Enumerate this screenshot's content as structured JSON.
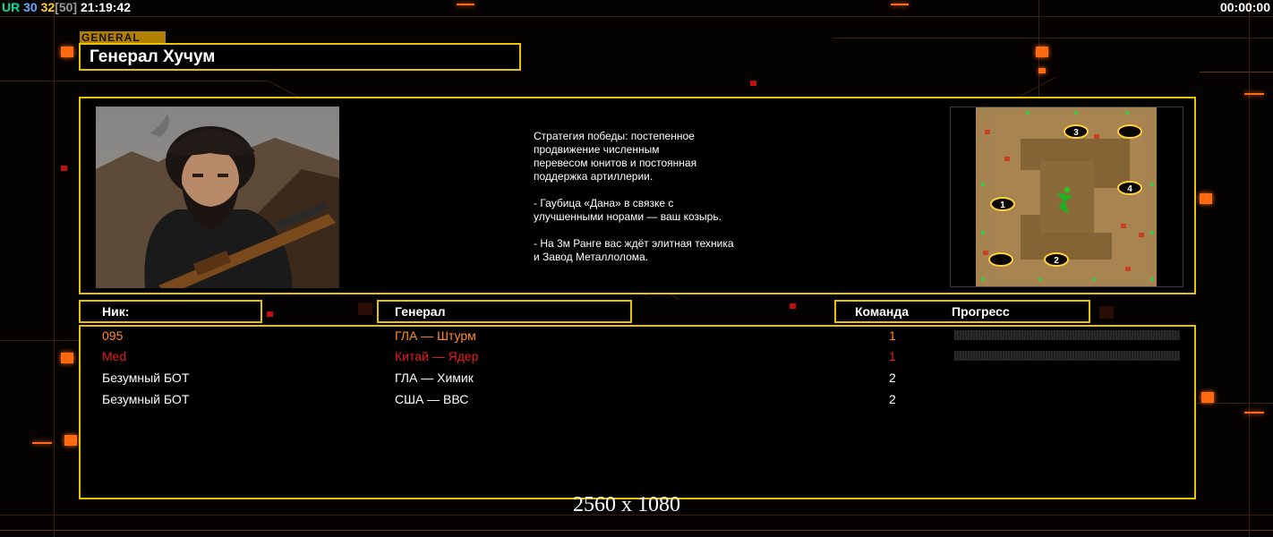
{
  "hud": {
    "ur": "UR",
    "n1": "30",
    "n2": "32",
    "n3": "[50]",
    "clock": "21:19:42",
    "timer": "00:00:00"
  },
  "general_tag": "GENERAL",
  "general_name": "Генерал Хучум",
  "description": "Стратегия победы: постепенное\nпродвижение численным\nперевесом юнитов и постоянная\nподдержка артиллерии.\n\n- Гаубица «Дана» в связке с\nулучшенными норами — ваш козырь.\n\n- На 3м Ранге вас ждёт элитная техника\nи Завод Металлолома.",
  "map": {
    "spawn_labels": [
      "1",
      "2",
      "3",
      "4"
    ]
  },
  "headers": {
    "nick": "Ник:",
    "general": "Генерал",
    "team": "Команда",
    "progress": "Прогресс"
  },
  "players": [
    {
      "nick": "095",
      "general": "ГЛА — Штурм",
      "team": "1",
      "color": "#ff8a28",
      "has_progress": true
    },
    {
      "nick": "Med",
      "general": "Китай — Ядер",
      "team": "1",
      "color": "#e81c1c",
      "has_progress": true
    },
    {
      "nick": "Безумный БОТ",
      "general": "ГЛА — Химик",
      "team": "2",
      "color": "#ffffff",
      "has_progress": false
    },
    {
      "nick": "Безумный БОТ",
      "general": "США — ВВС",
      "team": "2",
      "color": "#ffffff",
      "has_progress": false
    }
  ],
  "resolution": "2560 x 1080",
  "colors": {
    "accent": "#e8c400",
    "orange": "#ff6a10",
    "player1": "#ff8a28",
    "player2": "#e81c1c"
  }
}
